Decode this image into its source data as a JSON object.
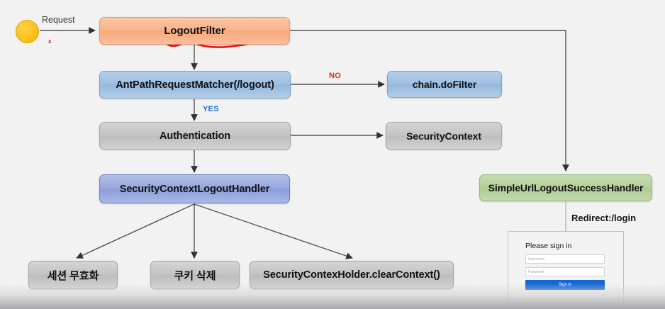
{
  "diagram": {
    "title": "Spring Security LogoutFilter flow",
    "background_color": "#f2f2f2",
    "nodes": {
      "start": {
        "name": "start-node",
        "color": "#fcc21c"
      },
      "logout_filter": {
        "label": "LogoutFilter",
        "color": "#f8a97c"
      },
      "ant_path_matcher": {
        "label": "AntPathRequestMatcher(/logout)",
        "color": "#93b8de"
      },
      "chain_do_filter": {
        "label": "chain.doFilter",
        "color": "#93b8de"
      },
      "authentication": {
        "label": "Authentication",
        "color": "#bdbdbd"
      },
      "security_context": {
        "label": "SecurityContext",
        "color": "#bdbdbd"
      },
      "security_context_logout_handler": {
        "label": "SecurityContextLogoutHandler",
        "color": "#8b9ed8"
      },
      "simple_url_logout_success_handler": {
        "label": "SimpleUrlLogoutSuccessHandler",
        "color": "#aecb93"
      },
      "session_invalidate": {
        "label": "세션 무효화",
        "color": "#bdbdbd"
      },
      "cookie_delete": {
        "label": "쿠키 삭제",
        "color": "#bdbdbd"
      },
      "clear_context": {
        "label": "SecurityContexHolder.clearContext()",
        "color": "#bdbdbd"
      }
    },
    "edge_labels": {
      "request": "Request",
      "yes": "YES",
      "no": "NO",
      "redirect": "Redirect:/login",
      "annotation_mark": "x"
    },
    "colors": {
      "yes": "#1f6fc4",
      "no": "#e8241b",
      "underline": "#e81010",
      "edge": "#555555"
    }
  },
  "login_preview": {
    "heading": "Please sign in",
    "username_placeholder": "Username",
    "password_placeholder": "Password",
    "submit_label": "Sign in",
    "submit_color": "#1268d3"
  }
}
